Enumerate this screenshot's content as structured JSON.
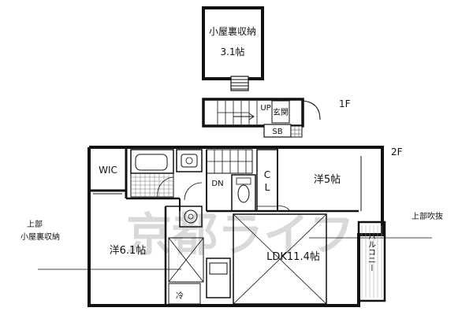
{
  "floors": {
    "attic": {
      "room_name": "小屋裏収納",
      "room_size": "3.1帖"
    },
    "first_floor": {
      "label": "1F",
      "entrance": "玄関",
      "shoe_box": "SB",
      "stair_up": "UP"
    },
    "second_floor": {
      "label": "2F",
      "wic": "WIC",
      "western_room_a": "洋6.1帖",
      "western_room_b": "洋5帖",
      "ldk": "LDK11.4帖",
      "closet": "CL",
      "stair_down": "DN",
      "balcony": "バルコニー",
      "fridge": "冷"
    }
  },
  "annotations": {
    "left_line1": "上部",
    "left_line2": "小屋裏収納",
    "right": "上部吹抜"
  },
  "watermark": "京都ライフ",
  "colors": {
    "wall": "#111111",
    "watermark": "#d9d9d9"
  }
}
